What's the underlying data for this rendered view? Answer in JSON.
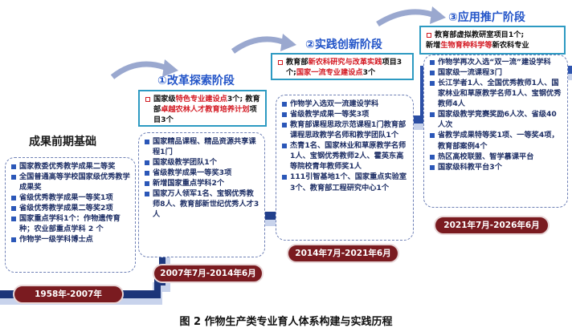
{
  "stage0": {
    "title": "成果前期基础",
    "period": "1958年-2007年",
    "items": [
      "国家教委优秀教学成果二等奖",
      "全国普通高等学校国家级优秀教学成果奖",
      "省级优秀教学成果一等奖1项",
      "省级优秀教学成果二等奖2项",
      "国家重点学科1个：作物遗传育种；农业部重点学科 2 个",
      "作物学一级学科博士点"
    ]
  },
  "stage1": {
    "title": "①改革探索阶段",
    "period": "2007年7月-2014年6月",
    "top_box": {
      "l1_a": "国家级",
      "l1_red": "特色专业建设点",
      "l1_b": "3个;",
      "l2_a": "教育部",
      "l2_red": "卓越农林人才教育培养计划",
      "l2_b": "项目3个"
    },
    "items": [
      "国家精品课程、精品资源共享课程1门",
      "国家级教学团队1个",
      "省级教学成果一等奖3项",
      "新增国家重点学科2个",
      "国家万人领军1名、宝钢优秀教师8人、教育部新世纪优秀人才3人"
    ]
  },
  "stage2": {
    "title": "②实践创新阶段",
    "period": "2014年7月-2021年6月",
    "top_box": {
      "l1_a": "教育部",
      "l1_red": "新农科研究与改革实践",
      "l1_b": "项目3个;",
      "l1_red2": "国家一流专业建设点",
      "l1_c": "3个"
    },
    "items": [
      "作物学入选双一流建设学科",
      "省级教学成果一等奖3项",
      "教育部课程思政示范课程1门教育部课程思政教学名师和教学团队1个",
      "杰青1名、国家林业和草原教学名师1人、宝钢优秀教师2人、霍英东高等院校青年教师奖1人",
      "111引智基地1个、国家重点实验室3个、教育部工程研究中心1个"
    ]
  },
  "stage3": {
    "title": "③应用推广阶段",
    "period": "2021年7月-2026年6月",
    "top_box": {
      "l1": "教育部虚拟教研室项目1个;",
      "l2_a": "新增",
      "l2_red": "生物育种科学等",
      "l2_b": "新农科专业"
    },
    "items": [
      "作物学再次入选“双一流”建设学科",
      "国家级一流课程3门",
      "长江学者1人、全国优秀教师1人、国家林业和草原教学名师1人、宝钢优秀教师4人",
      "国家级教学竞赛奖励6人次、省级40人次",
      "省教学成果特等奖1项、一等奖4项，教育部案例4个",
      "热区高校联盟、智学慕课平台",
      "国家级科教平台3个"
    ]
  },
  "caption": "图 2  作物生产类专业育人体系构建与实践历程",
  "colors": {
    "step_dark": "#1f3f8f",
    "step_light": "#cdd7ee",
    "pill": "#7a1b20",
    "accent_red": "#d41b24",
    "stage_title": "#2254c8"
  }
}
